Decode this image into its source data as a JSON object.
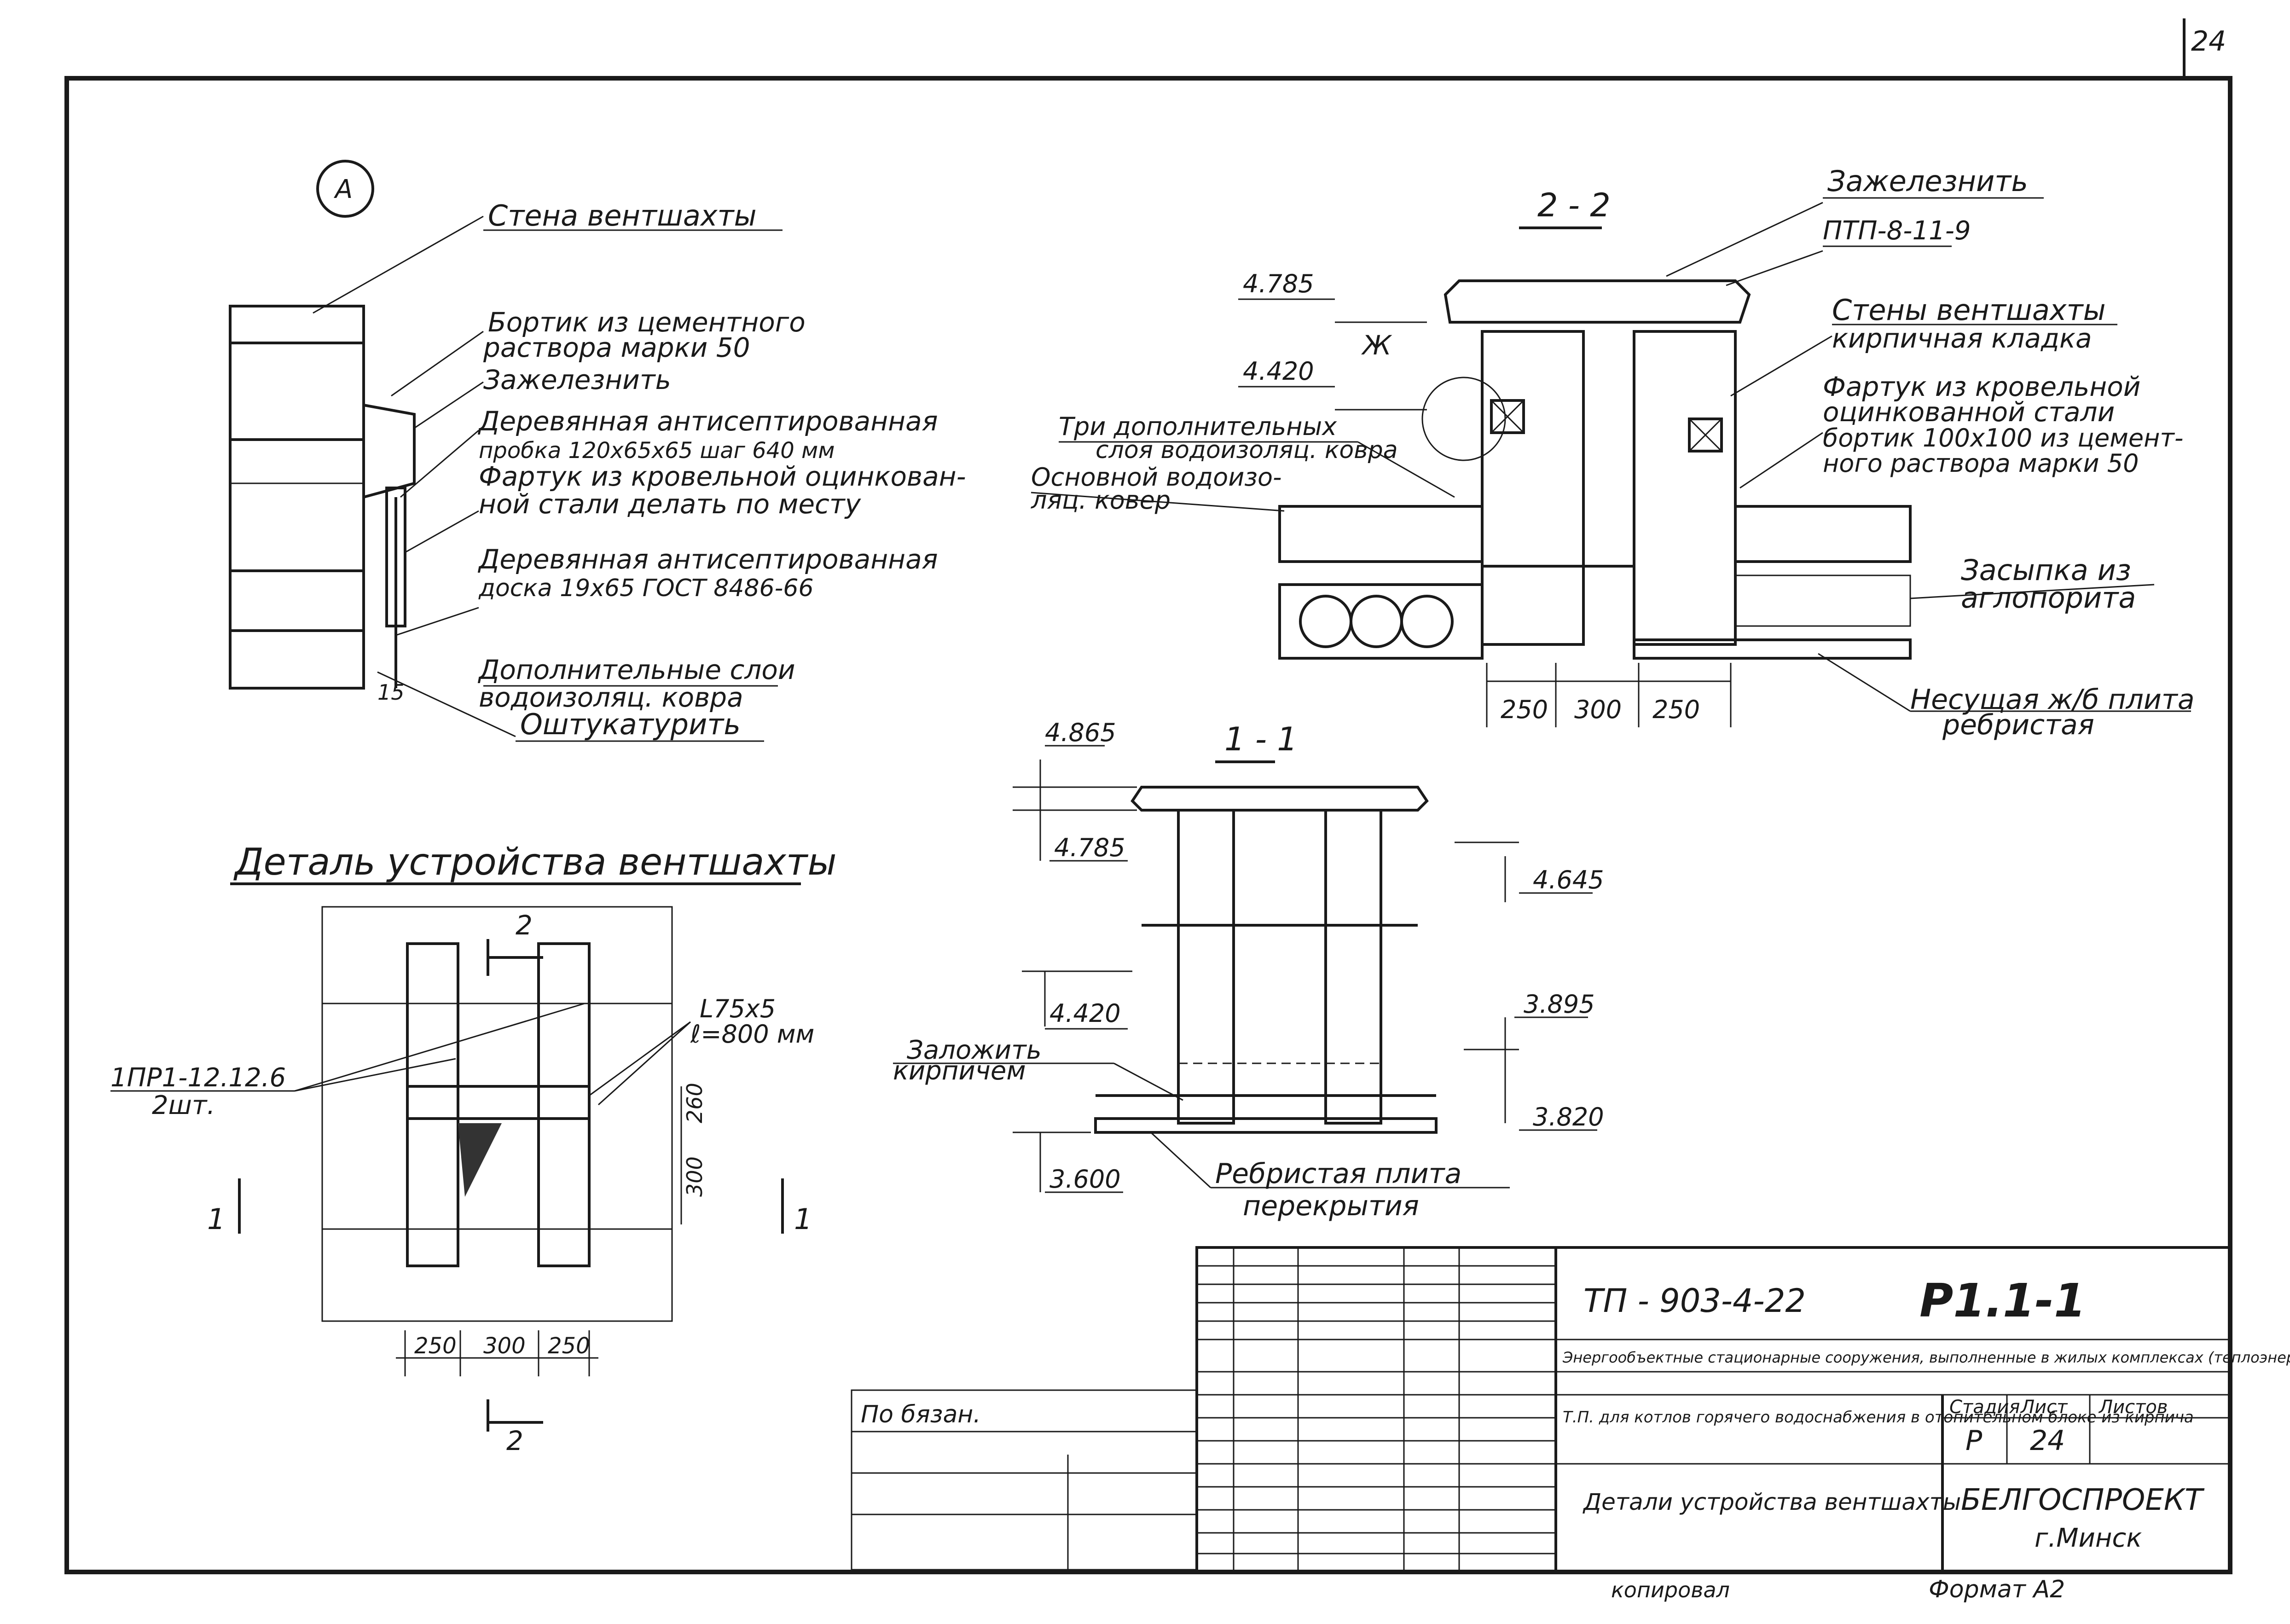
{
  "sheet": {
    "page_number": "24",
    "doc_code": "ТП - 903-4-22",
    "sheet_code": "Р1.1-1",
    "stage_label": "Стадия",
    "sheet_label": "Лист",
    "sheets_label": "Листов",
    "stage_value": "Р",
    "sheet_value": "24",
    "org_name": "БЕЛГОСПРОЕКТ",
    "org_city": "г.Минск",
    "format_label": "Формат А2",
    "bound_label": "По бязан.",
    "footer_left": "копировал",
    "project_title": "Энергообъектные стационарные сооружения, выполненные в жилых комплексах (теплоэнерготрансформаторах) из стройматериалов",
    "subtitle1": "Т.П. для котлов горячего водоснабжения в отопительном блоке из кирпича",
    "drawing_title": "Детали устройства вентшахты"
  },
  "detail_A": {
    "marker": "А",
    "labels": {
      "wall": "Стена вентшахты",
      "curb1": "Бортик из цементного",
      "curb2": "раствора марки 50",
      "iron": "Зажелезнить",
      "plug1": "Деревянная антисептированная",
      "plug2": "пробка 120x65x65 шаг 640 мм",
      "apron1": "Фартук из кровельной оцинкован-",
      "apron2": "ной стали делать по месту",
      "board1": "Деревянная антисептированная",
      "board2": "доска 19x65 ГОСТ 8486-66",
      "layers1": "Дополнительные слои",
      "layers2": "водоизоляц. ковра",
      "plaster": "Оштукатурить",
      "dim15": "15"
    }
  },
  "section_22": {
    "title": "2 - 2",
    "labels": {
      "iron": "Зажелезнить",
      "slab": "ПТП-8-11-9",
      "walls1": "Стены вентшахты",
      "walls2": "кирпичная кладка",
      "apron1": "Фартук из кровельной",
      "apron2": "оцинкованной стали",
      "apron3": "бортик 100x100 из цемент-",
      "apron4": "ного раствора марки 50",
      "three1": "Три дополнительных",
      "three2": "слоя водоизоляц. ковра",
      "main1": "Основной водоизо-",
      "main2": "ляц. ковер",
      "fill1": "Засыпка из",
      "fill2": "аглопорита",
      "bear1": "Несущая ж/б плита",
      "bear2": "ребристая",
      "zh": "Ж",
      "lvl1": "4.785",
      "lvl2": "4.420",
      "d1": "250",
      "d2": "300",
      "d3": "250"
    }
  },
  "section_11": {
    "title": "1 - 1",
    "labels": {
      "l1": "4.865",
      "l2": "4.785",
      "l3": "4.645",
      "l4": "4.420",
      "l5": "3.895",
      "l6": "3.820",
      "l7": "3.600",
      "brick1": "Заложить",
      "brick2": "кирпичем",
      "rib1": "Ребристая плита",
      "rib2": "перекрытия"
    }
  },
  "plan": {
    "title": "Деталь устройства вентшахты",
    "labels": {
      "cut_top": "2",
      "cut_bottom": "2",
      "cut_left": "1",
      "cut_right": "1",
      "angle1": "L75x5",
      "angle2": "ℓ=800 мм",
      "lintel1": "1ПР1-12.12.6",
      "lintel2": "2шт.",
      "d260": "260",
      "d300v": "300",
      "d1": "250",
      "d2": "300",
      "d3": "250"
    }
  }
}
